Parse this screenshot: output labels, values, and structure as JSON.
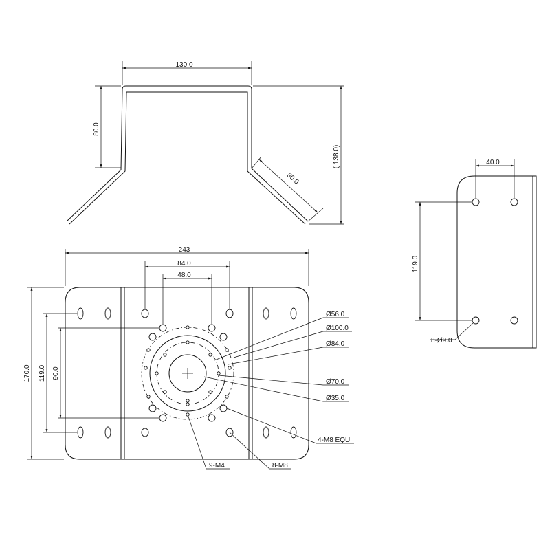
{
  "drawing": {
    "top_view": {
      "width_label": "130.0",
      "height_label": "80.0",
      "arm_label": "80.0",
      "total_label": "( 138.0)"
    },
    "front_view": {
      "width_label": "243",
      "spacing_84": "84.0",
      "spacing_48": "48.0",
      "height_label": "170.0",
      "spacing_119": "119.0",
      "spacing_90": "90.0",
      "callouts": {
        "d56": "Ø56.0",
        "d100": "Ø100.0",
        "d84": "Ø84.0",
        "d70": "Ø70.0",
        "d35": "Ø35.0",
        "m8_equ": "4-M8 EQU",
        "m8": "8-M8",
        "m4": "9-M4"
      }
    },
    "side_view": {
      "width_label": "40.0",
      "height_label": "119.0",
      "hole_label": "8-Ø9.0"
    }
  }
}
